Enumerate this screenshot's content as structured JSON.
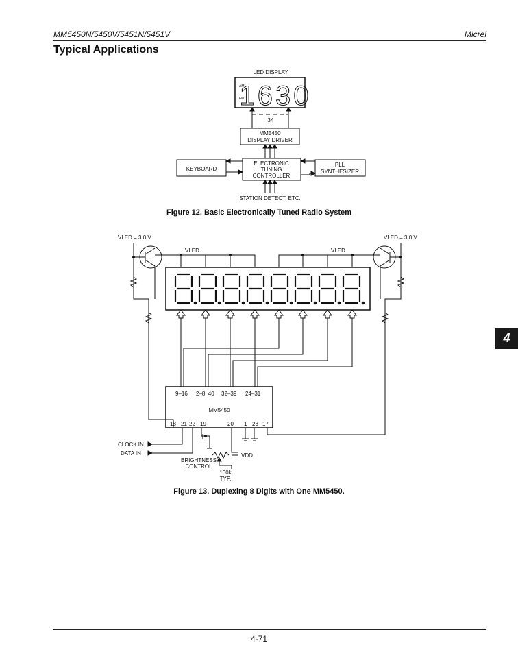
{
  "header": {
    "left": "MM5450N/5450V/5451N/5451V",
    "right": "Micrel"
  },
  "section_title": "Typical Applications",
  "side_tab": "4",
  "figure12": {
    "caption": "Figure 12.  Basic Electronically Tuned Radio System",
    "led_display_label": "LED DISPLAY",
    "am_label": "AM",
    "fm_label": "FM",
    "display_digits": "1630",
    "bus_count": "34",
    "driver_line1": "MM5450",
    "driver_line2": "DISPLAY DRIVER",
    "keyboard": "KEYBOARD",
    "controller_line1": "ELECTRONIC",
    "controller_line2": "TUNING",
    "controller_line3": "CONTROLLER",
    "pll_line1": "PLL",
    "pll_line2": "SYNTHESIZER",
    "station_detect": "STATION DETECT, ETC."
  },
  "figure13": {
    "caption": "Figure 13.  Duplexing 8 Digits with One MM5450.",
    "vled_left": "VLED = 3.0 V",
    "vled_right": "VLED = 3.0 V",
    "vled_inner_left": "VLED",
    "vled_inner_right": "VLED",
    "chip_name": "MM5450",
    "top_pins": [
      "9–16",
      "2–8, 40",
      "32–39",
      "24–31"
    ],
    "bottom_pins": [
      "18",
      "21",
      "22",
      "19",
      "20",
      "1",
      "23",
      "17"
    ],
    "clock_in": "CLOCK IN",
    "data_in": "DATA IN",
    "brightness_line1": "BRIGHTNESS",
    "brightness_line2": "CONTROL",
    "vdd": "VDD",
    "pot_value_line1": "100k",
    "pot_value_line2": "TYP."
  },
  "footer": {
    "page_number": "4-71"
  }
}
